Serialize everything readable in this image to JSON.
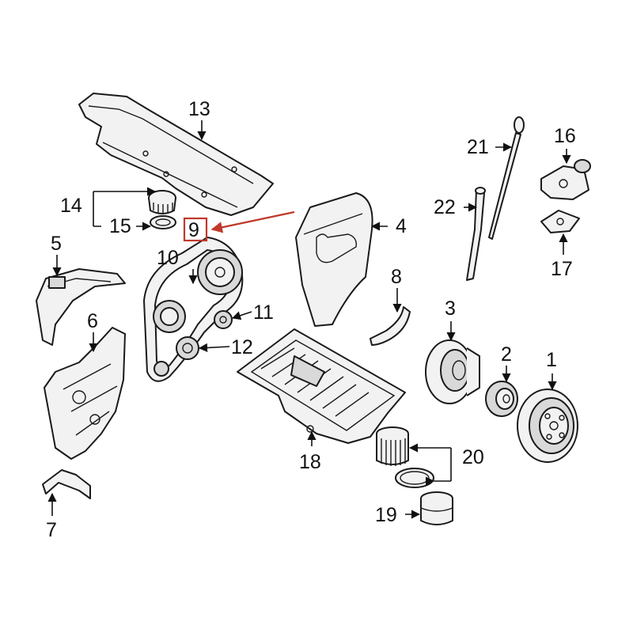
{
  "colors": {
    "highlight": "#c0392b",
    "ink": "#111111",
    "part_fill": "#f2f2f2"
  },
  "callouts": {
    "c1": "1",
    "c2": "2",
    "c3": "3",
    "c4": "4",
    "c5": "5",
    "c6": "6",
    "c7": "7",
    "c8": "8",
    "c9": "9",
    "c10": "10",
    "c11": "11",
    "c12": "12",
    "c13": "13",
    "c14": "14",
    "c15": "15",
    "c16": "16",
    "c17": "17",
    "c18": "18",
    "c19": "19",
    "c20": "20",
    "c21": "21",
    "c22": "22"
  },
  "highlighted_part": "9"
}
